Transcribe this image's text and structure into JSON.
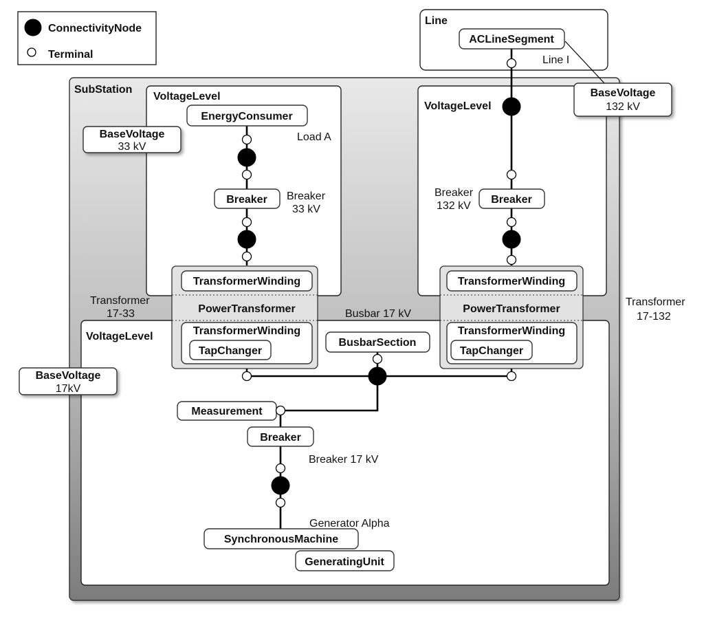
{
  "legend": {
    "connectivity_node": "ConnectivityNode",
    "terminal": "Terminal"
  },
  "line_container": {
    "title": "Line",
    "segment": "ACLineSegment",
    "segment_caption": "Line I",
    "base_voltage": {
      "title": "BaseVoltage",
      "value": "132 kV"
    }
  },
  "substation": {
    "title": "SubStation",
    "voltage_level_33": {
      "title": "VoltageLevel",
      "base_voltage": {
        "title": "BaseVoltage",
        "value": "33 kV"
      },
      "consumer": "EnergyConsumer",
      "consumer_caption": "Load A",
      "breaker": "Breaker",
      "breaker_caption_line1": "Breaker",
      "breaker_caption_line2": "33 kV"
    },
    "voltage_level_132": {
      "title": "VoltageLevel",
      "breaker": "Breaker",
      "breaker_caption_line1": "Breaker",
      "breaker_caption_line2": "132 kV"
    },
    "voltage_level_17": {
      "title": "VoltageLevel",
      "base_voltage": {
        "title": "BaseVoltage",
        "value": "17kV"
      },
      "busbar": "BusbarSection",
      "busbar_caption": "Busbar 17 kV",
      "measurement": "Measurement",
      "breaker": "Breaker",
      "breaker_caption": "Breaker 17 kV",
      "generator_caption": "Generator Alpha",
      "machine": "SynchronousMachine",
      "generating_unit": "GeneratingUnit"
    },
    "transformer_left": {
      "caption_line1": "Transformer",
      "caption_line2": "17-33",
      "winding_top": "TransformerWinding",
      "power_transformer": "PowerTransformer",
      "winding_bottom": "TransformerWinding",
      "tap_changer": "TapChanger"
    },
    "transformer_right": {
      "caption_line1": "Transformer",
      "caption_line2": "17-132",
      "winding_top": "TransformerWinding",
      "power_transformer": "PowerTransformer",
      "winding_bottom": "TransformerWinding",
      "tap_changer": "TapChanger"
    }
  }
}
